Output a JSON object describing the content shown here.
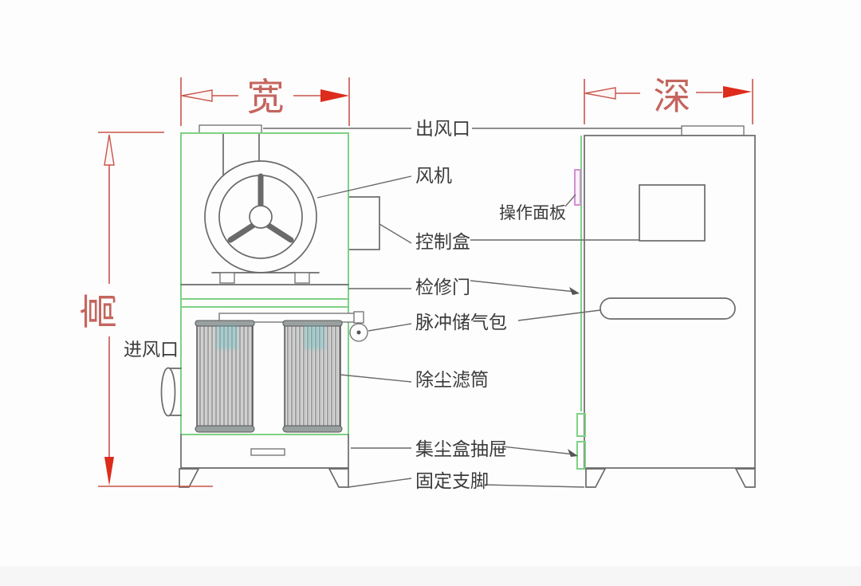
{
  "diagram": {
    "type": "technical-drawing",
    "subject": "cartridge dust collector, front view and side view",
    "dimension_labels": {
      "width": "宽",
      "depth": "深",
      "height": "高"
    },
    "part_labels": {
      "air_outlet": "出风口",
      "fan": "风机",
      "control_box": "控制盒",
      "operation_panel": "操作面板",
      "access_door": "检修门",
      "pulse_air_tank": "脉冲储气包",
      "air_inlet": "进风口",
      "filter_cartridge": "除尘滤筒",
      "dust_box_drawer": "集尘盒抽屉",
      "fixed_feet": "固定支脚"
    },
    "colors": {
      "drawing_line": "#6a6a6a",
      "cabinet_highlight_green": "#7ed184",
      "dimension_red": "#c9544a",
      "dimension_arrow_solid_red": "#dd2b1c",
      "dimension_text_red": "#c4655e",
      "operation_panel_magenta": "#d28fd5",
      "watermark_teal": "#5fc6c9",
      "background": "#fdfdfd"
    }
  }
}
